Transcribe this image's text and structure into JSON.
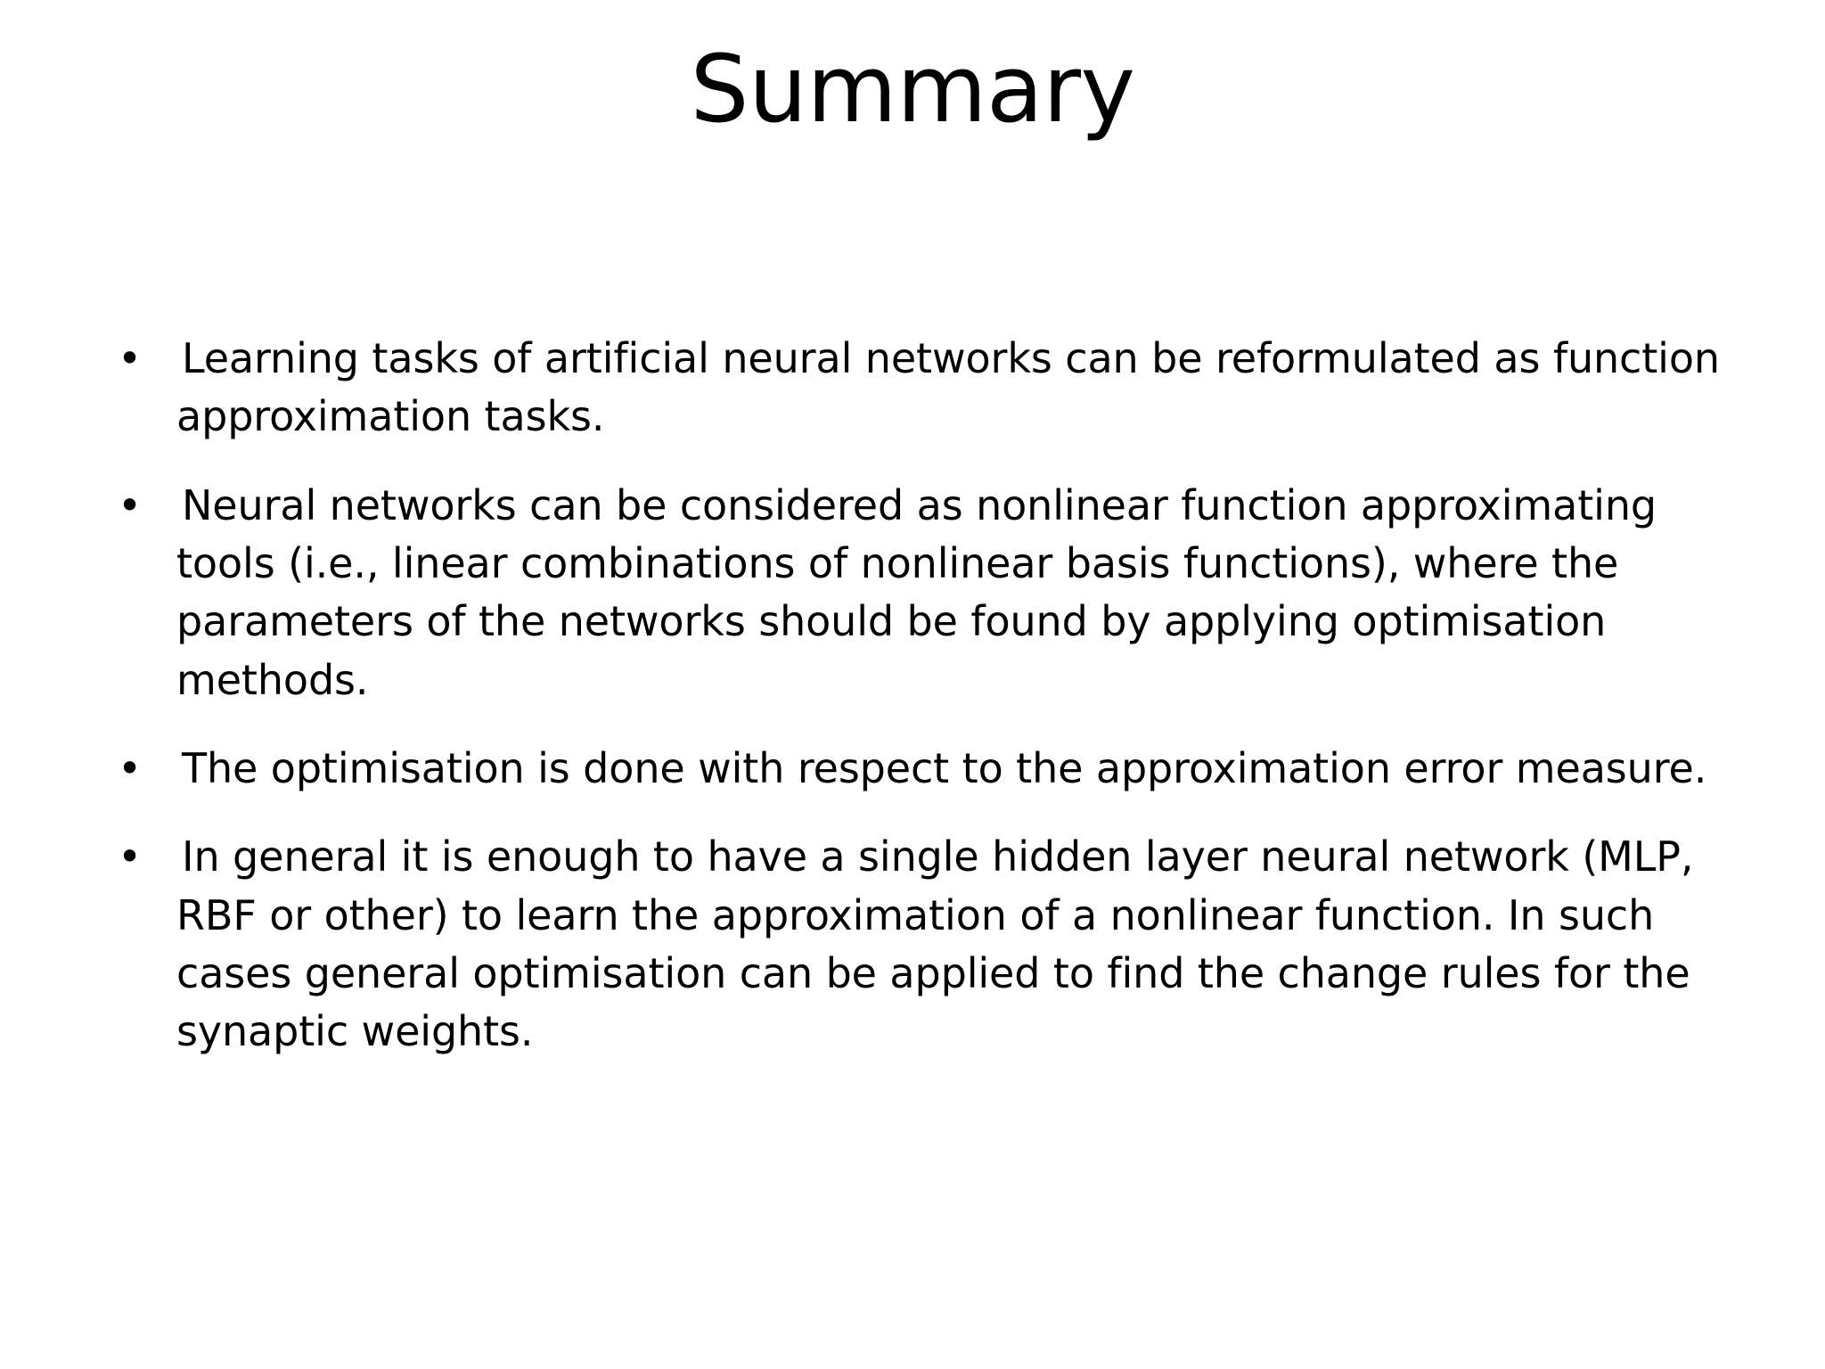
{
  "slide": {
    "title": "Summary",
    "background_color": "#ffffff",
    "text_color": "#000000",
    "bullet_glyph": "•",
    "bullets": [
      {
        "marker": "•",
        "text": " Learning tasks of artificial neural networks can be reformulated as function approximation tasks."
      },
      {
        "marker": "•",
        "text": " Neural networks can be considered as nonlinear function approximating tools (i.e., linear combinations of nonlinear basis functions), where the parameters of the networks should be found by applying optimisation methods."
      },
      {
        "marker": "•",
        "text": " The optimisation is done with respect to the approximation error measure."
      },
      {
        "marker": "•",
        "text": " In general it is enough to have a single hidden layer neural network (MLP, RBF or other) to learn the approximation of a nonlinear function. In such cases general optimisation can be applied to find the change rules for the synaptic weights."
      }
    ]
  }
}
